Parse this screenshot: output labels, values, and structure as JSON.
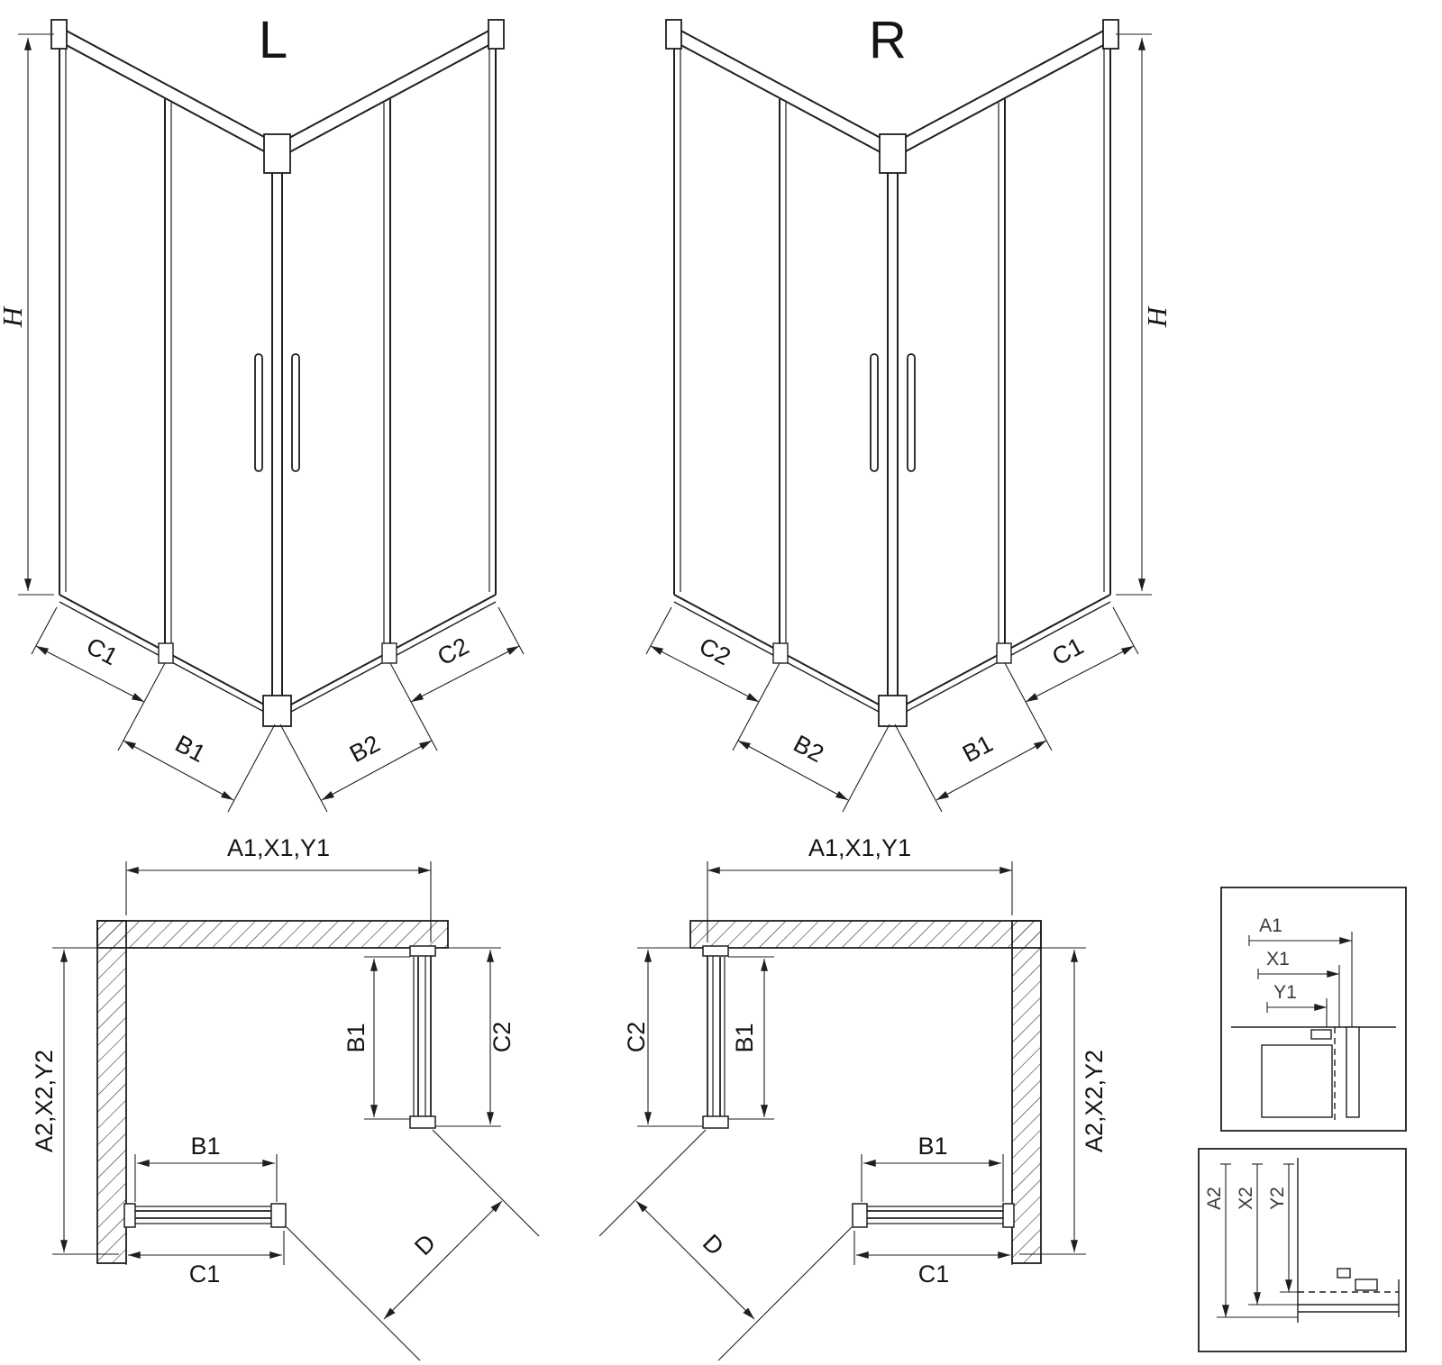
{
  "style": {
    "background": "#ffffff",
    "line_color": "#1f1f1f"
  },
  "iso_left": {
    "title": "L",
    "height_label": "H",
    "dims": {
      "outer_left": "C1",
      "door_left": "B1",
      "door_right": "B2",
      "outer_right": "C2"
    }
  },
  "iso_right": {
    "title": "R",
    "height_label": "H",
    "dims": {
      "outer_left": "C2",
      "door_left": "B2",
      "door_right": "B1",
      "outer_right": "C1"
    }
  },
  "plan_left": {
    "width_label": "A1,X1,Y1",
    "depth_label": "A2,X2,Y2",
    "door_side_label": "B1",
    "side_panel_label": "C2",
    "door_bottom_label": "B1",
    "bottom_panel_label": "C1",
    "diagonal_label": "D"
  },
  "plan_right": {
    "width_label": "A1,X1,Y1",
    "depth_label": "A2,X2,Y2",
    "door_side_label": "B1",
    "side_panel_label": "C2",
    "door_bottom_label": "B1",
    "bottom_panel_label": "C1",
    "diagonal_label": "D"
  },
  "detail_top": {
    "a1": "A1",
    "x1": "X1",
    "y1": "Y1"
  },
  "detail_bottom": {
    "a2": "A2",
    "x2": "X2",
    "y2": "Y2"
  }
}
